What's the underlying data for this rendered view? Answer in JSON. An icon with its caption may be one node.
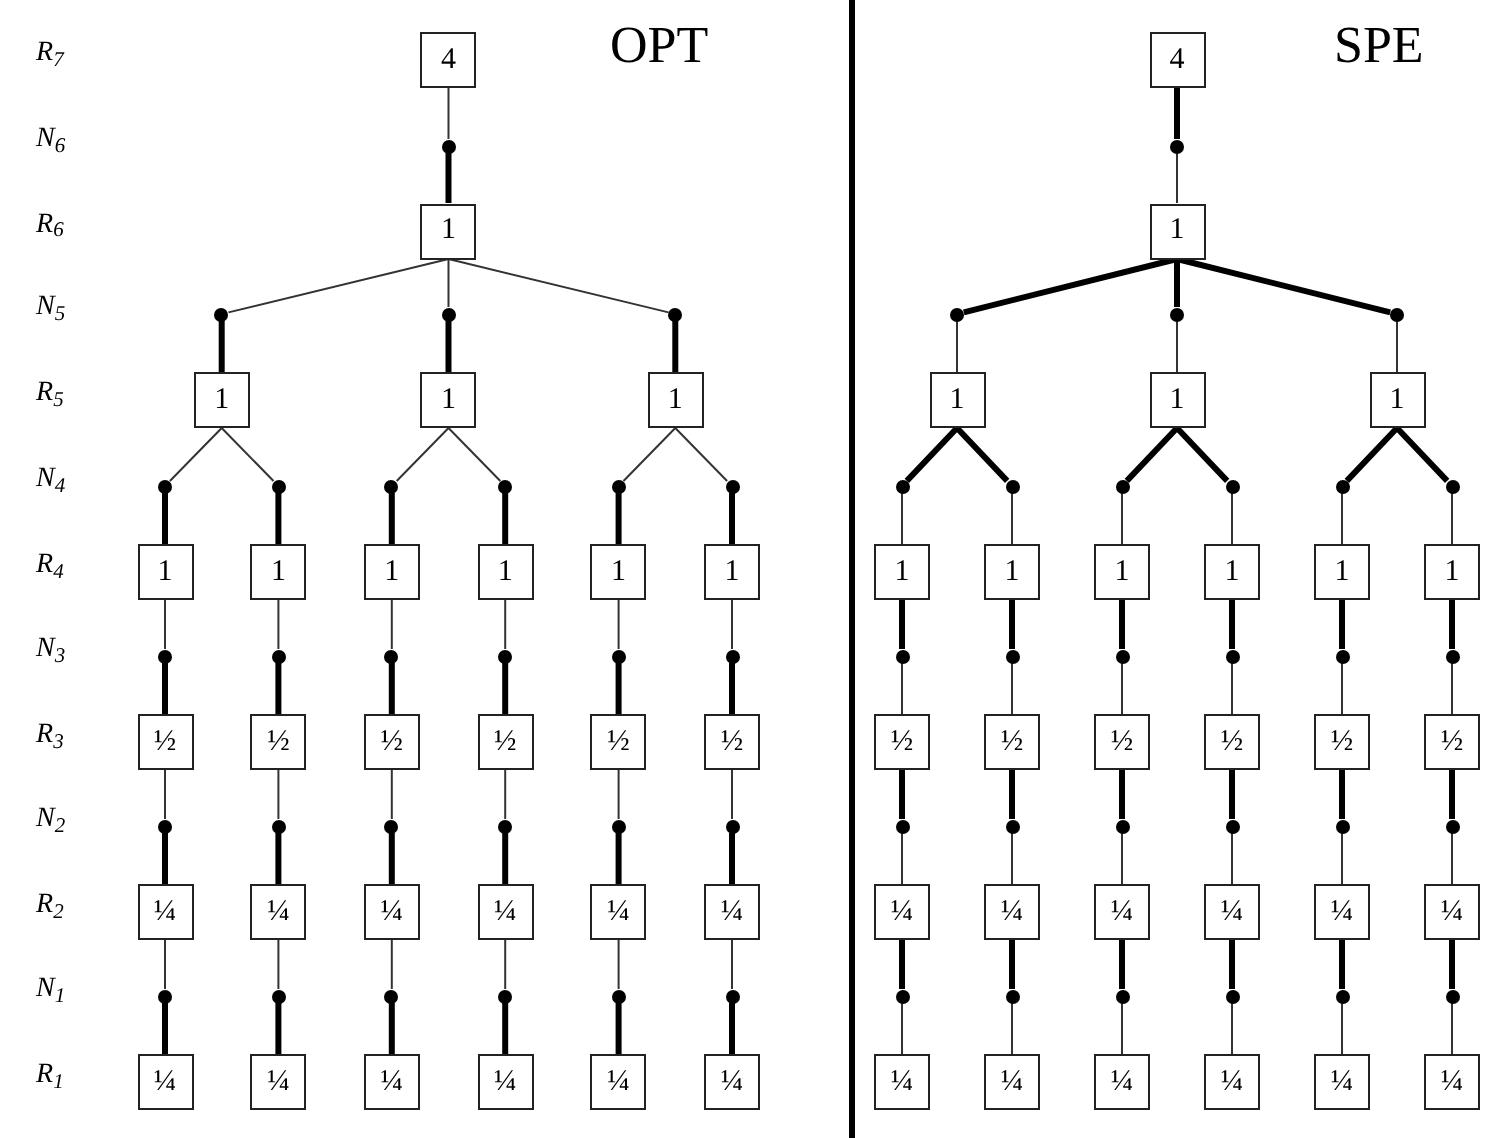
{
  "diagram": {
    "nodes": [
      {
        "text": [
          "4"
        ]
      },
      {
        "text": [],
        "shape": "circle"
      },
      {
        "text": [
          "1"
        ]
      },
      {
        "text": [],
        "shape": "circle"
      },
      {
        "text": [],
        "shape": "circle"
      },
      {
        "text": [],
        "shape": "circle"
      },
      {
        "text": [
          "1"
        ]
      },
      {
        "text": [
          "1"
        ]
      },
      {
        "text": [
          "1"
        ]
      },
      {
        "text": [],
        "shape": "circle"
      },
      {
        "text": [],
        "shape": "circle"
      },
      {
        "text": [],
        "shape": "circle"
      },
      {
        "text": [],
        "shape": "circle"
      },
      {
        "text": [],
        "shape": "circle"
      },
      {
        "text": [],
        "shape": "circle"
      },
      {
        "text": [
          "1"
        ]
      },
      {
        "text": [
          "1"
        ]
      },
      {
        "text": [
          "1"
        ]
      },
      {
        "text": [
          "1"
        ]
      },
      {
        "text": [
          "1"
        ]
      },
      {
        "text": [
          "1"
        ]
      },
      {
        "text": [],
        "shape": "circle"
      },
      {
        "text": [],
        "shape": "circle"
      },
      {
        "text": [],
        "shape": "circle"
      },
      {
        "text": [],
        "shape": "circle"
      },
      {
        "text": [],
        "shape": "circle"
      },
      {
        "text": [],
        "shape": "circle"
      },
      {
        "text": [
          "½"
        ]
      },
      {
        "text": [
          "½"
        ]
      },
      {
        "text": [
          "½"
        ]
      },
      {
        "text": [
          "½"
        ]
      },
      {
        "text": [
          "½"
        ]
      },
      {
        "text": [
          "½"
        ]
      },
      {
        "text": [],
        "shape": "circle"
      },
      {
        "text": [],
        "shape": "circle"
      },
      {
        "text": [],
        "shape": "circle"
      },
      {
        "text": [],
        "shape": "circle"
      },
      {
        "text": [],
        "shape": "circle"
      },
      {
        "text": [],
        "shape": "circle"
      },
      {
        "text": [
          "¼"
        ]
      },
      {
        "text": [
          "¼"
        ]
      },
      {
        "text": [
          "¼"
        ]
      },
      {
        "text": [
          "¼"
        ]
      },
      {
        "text": [
          "¼"
        ]
      },
      {
        "text": [
          "¼"
        ]
      },
      {
        "text": [],
        "shape": "circle"
      },
      {
        "text": [],
        "shape": "circle"
      },
      {
        "text": [],
        "shape": "circle"
      },
      {
        "text": [],
        "shape": "circle"
      },
      {
        "text": [],
        "shape": "circle"
      },
      {
        "text": [],
        "shape": "circle"
      },
      {
        "text": [
          "¼"
        ]
      },
      {
        "text": [
          "¼"
        ]
      },
      {
        "text": [
          "¼"
        ]
      },
      {
        "text": [
          "¼"
        ]
      },
      {
        "text": [
          "¼"
        ]
      },
      {
        "text": [
          "¼"
        ]
      },
      {
        "text": [
          "4"
        ]
      },
      {
        "text": [],
        "shape": "circle"
      },
      {
        "text": [
          "1"
        ]
      },
      {
        "text": [],
        "shape": "circle"
      },
      {
        "text": [],
        "shape": "circle"
      },
      {
        "text": [],
        "shape": "circle"
      },
      {
        "text": [
          "1"
        ]
      },
      {
        "text": [
          "1"
        ]
      },
      {
        "text": [
          "1"
        ]
      },
      {
        "text": [],
        "shape": "circle"
      },
      {
        "text": [],
        "shape": "circle"
      },
      {
        "text": [],
        "shape": "circle"
      },
      {
        "text": [],
        "shape": "circle"
      },
      {
        "text": [],
        "shape": "circle"
      },
      {
        "text": [],
        "shape": "circle"
      },
      {
        "text": [
          "1"
        ]
      },
      {
        "text": [
          "1"
        ]
      },
      {
        "text": [
          "1"
        ]
      },
      {
        "text": [
          "1"
        ]
      },
      {
        "text": [
          "1"
        ]
      },
      {
        "text": [
          "1"
        ]
      },
      {
        "text": [],
        "shape": "circle"
      },
      {
        "text": [],
        "shape": "circle"
      },
      {
        "text": [],
        "shape": "circle"
      },
      {
        "text": [],
        "shape": "circle"
      },
      {
        "text": [],
        "shape": "circle"
      },
      {
        "text": [],
        "shape": "circle"
      },
      {
        "text": [
          "½"
        ]
      },
      {
        "text": [
          "½"
        ]
      },
      {
        "text": [
          "½"
        ]
      },
      {
        "text": [
          "½"
        ]
      },
      {
        "text": [
          "½"
        ]
      },
      {
        "text": [
          "½"
        ]
      },
      {
        "text": [],
        "shape": "circle"
      },
      {
        "text": [],
        "shape": "circle"
      },
      {
        "text": [],
        "shape": "circle"
      },
      {
        "text": [],
        "shape": "circle"
      },
      {
        "text": [],
        "shape": "circle"
      },
      {
        "text": [],
        "shape": "circle"
      },
      {
        "text": [
          "¼"
        ]
      },
      {
        "text": [
          "¼"
        ]
      },
      {
        "text": [
          "¼"
        ]
      },
      {
        "text": [
          "¼"
        ]
      },
      {
        "text": [
          "¼"
        ]
      },
      {
        "text": [
          "¼"
        ]
      },
      {
        "text": [],
        "shape": "circle"
      },
      {
        "text": [],
        "shape": "circle"
      },
      {
        "text": [],
        "shape": "circle"
      },
      {
        "text": [],
        "shape": "circle"
      },
      {
        "text": [],
        "shape": "circle"
      },
      {
        "text": [],
        "shape": "circle"
      },
      {
        "text": [
          "¼"
        ]
      },
      {
        "text": [
          "¼"
        ]
      },
      {
        "text": [
          "¼"
        ]
      },
      {
        "text": [
          "¼"
        ]
      },
      {
        "text": [
          "¼"
        ]
      },
      {
        "text": [
          "¼"
        ]
      }
    ],
    "edges": [
      {
        "from": 0,
        "to": 1,
        "arrow": "none"
      },
      {
        "from": 1,
        "to": 2,
        "arrow": "none",
        "style": "thick"
      },
      {
        "from": 2,
        "to": 3,
        "arrow": "none"
      },
      {
        "from": 2,
        "to": 4,
        "arrow": "none"
      },
      {
        "from": 2,
        "to": 5,
        "arrow": "none"
      },
      {
        "from": 3,
        "to": 6,
        "arrow": "none",
        "style": "thick"
      },
      {
        "from": 4,
        "to": 7,
        "arrow": "none",
        "style": "thick"
      },
      {
        "from": 5,
        "to": 8,
        "arrow": "none",
        "style": "thick"
      },
      {
        "from": 6,
        "to": 9,
        "arrow": "none"
      },
      {
        "from": 6,
        "to": 10,
        "arrow": "none"
      },
      {
        "from": 7,
        "to": 11,
        "arrow": "none"
      },
      {
        "from": 7,
        "to": 12,
        "arrow": "none"
      },
      {
        "from": 8,
        "to": 13,
        "arrow": "none"
      },
      {
        "from": 8,
        "to": 14,
        "arrow": "none"
      },
      {
        "from": 9,
        "to": 15,
        "arrow": "none",
        "style": "thick"
      },
      {
        "from": 10,
        "to": 16,
        "arrow": "none",
        "style": "thick"
      },
      {
        "from": 11,
        "to": 17,
        "arrow": "none",
        "style": "thick"
      },
      {
        "from": 12,
        "to": 18,
        "arrow": "none",
        "style": "thick"
      },
      {
        "from": 13,
        "to": 19,
        "arrow": "none",
        "style": "thick"
      },
      {
        "from": 14,
        "to": 20,
        "arrow": "none",
        "style": "thick"
      },
      {
        "from": 15,
        "to": 21,
        "arrow": "none"
      },
      {
        "from": 16,
        "to": 22,
        "arrow": "none"
      },
      {
        "from": 17,
        "to": 23,
        "arrow": "none"
      },
      {
        "from": 18,
        "to": 24,
        "arrow": "none"
      },
      {
        "from": 19,
        "to": 25,
        "arrow": "none"
      },
      {
        "from": 20,
        "to": 26,
        "arrow": "none"
      },
      {
        "from": 21,
        "to": 27,
        "arrow": "none",
        "style": "thick"
      },
      {
        "from": 22,
        "to": 28,
        "arrow": "none",
        "style": "thick"
      },
      {
        "from": 23,
        "to": 29,
        "arrow": "none",
        "style": "thick"
      },
      {
        "from": 24,
        "to": 30,
        "arrow": "none",
        "style": "thick"
      },
      {
        "from": 25,
        "to": 31,
        "arrow": "none",
        "style": "thick"
      },
      {
        "from": 26,
        "to": 32,
        "arrow": "none",
        "style": "thick"
      },
      {
        "from": 27,
        "to": 33,
        "arrow": "none"
      },
      {
        "from": 28,
        "to": 34,
        "arrow": "none"
      },
      {
        "from": 29,
        "to": 35,
        "arrow": "none"
      },
      {
        "from": 30,
        "to": 36,
        "arrow": "none"
      },
      {
        "from": 31,
        "to": 37,
        "arrow": "none"
      },
      {
        "from": 32,
        "to": 38,
        "arrow": "none"
      },
      {
        "from": 33,
        "to": 39,
        "arrow": "none",
        "style": "thick"
      },
      {
        "from": 34,
        "to": 40,
        "arrow": "none",
        "style": "thick"
      },
      {
        "from": 35,
        "to": 41,
        "arrow": "none",
        "style": "thick"
      },
      {
        "from": 36,
        "to": 42,
        "arrow": "none",
        "style": "thick"
      },
      {
        "from": 37,
        "to": 43,
        "arrow": "none",
        "style": "thick"
      },
      {
        "from": 38,
        "to": 44,
        "arrow": "none",
        "style": "thick"
      },
      {
        "from": 39,
        "to": 45,
        "arrow": "none"
      },
      {
        "from": 40,
        "to": 46,
        "arrow": "none"
      },
      {
        "from": 41,
        "to": 47,
        "arrow": "none"
      },
      {
        "from": 42,
        "to": 48,
        "arrow": "none"
      },
      {
        "from": 43,
        "to": 49,
        "arrow": "none"
      },
      {
        "from": 44,
        "to": 50,
        "arrow": "none"
      },
      {
        "from": 45,
        "to": 51,
        "arrow": "none",
        "style": "thick"
      },
      {
        "from": 46,
        "to": 52,
        "arrow": "none",
        "style": "thick"
      },
      {
        "from": 47,
        "to": 53,
        "arrow": "none",
        "style": "thick"
      },
      {
        "from": 48,
        "to": 54,
        "arrow": "none",
        "style": "thick"
      },
      {
        "from": 49,
        "to": 55,
        "arrow": "none",
        "style": "thick"
      },
      {
        "from": 50,
        "to": 56,
        "arrow": "none",
        "style": "thick"
      },
      {
        "from": 57,
        "to": 58,
        "arrow": "none",
        "style": "thick"
      },
      {
        "from": 58,
        "to": 59,
        "arrow": "none"
      },
      {
        "from": 59,
        "to": 60,
        "arrow": "none",
        "style": "thick"
      },
      {
        "from": 59,
        "to": 61,
        "arrow": "none",
        "style": "thick"
      },
      {
        "from": 59,
        "to": 62,
        "arrow": "none",
        "style": "thick"
      },
      {
        "from": 60,
        "to": 63,
        "arrow": "none"
      },
      {
        "from": 61,
        "to": 64,
        "arrow": "none"
      },
      {
        "from": 62,
        "to": 65,
        "arrow": "none"
      },
      {
        "from": 63,
        "to": 66,
        "arrow": "none",
        "style": "thick"
      },
      {
        "from": 63,
        "to": 67,
        "arrow": "none",
        "style": "thick"
      },
      {
        "from": 64,
        "to": 68,
        "arrow": "none",
        "style": "thick"
      },
      {
        "from": 64,
        "to": 69,
        "arrow": "none",
        "style": "thick"
      },
      {
        "from": 65,
        "to": 70,
        "arrow": "none",
        "style": "thick"
      },
      {
        "from": 65,
        "to": 71,
        "arrow": "none",
        "style": "thick"
      },
      {
        "from": 66,
        "to": 72,
        "arrow": "none"
      },
      {
        "from": 67,
        "to": 73,
        "arrow": "none"
      },
      {
        "from": 68,
        "to": 74,
        "arrow": "none"
      },
      {
        "from": 69,
        "to": 75,
        "arrow": "none"
      },
      {
        "from": 70,
        "to": 76,
        "arrow": "none"
      },
      {
        "from": 71,
        "to": 77,
        "arrow": "none"
      },
      {
        "from": 72,
        "to": 78,
        "arrow": "none",
        "style": "thick"
      },
      {
        "from": 73,
        "to": 79,
        "arrow": "none",
        "style": "thick"
      },
      {
        "from": 74,
        "to": 80,
        "arrow": "none",
        "style": "thick"
      },
      {
        "from": 75,
        "to": 81,
        "arrow": "none",
        "style": "thick"
      },
      {
        "from": 76,
        "to": 82,
        "arrow": "none",
        "style": "thick"
      },
      {
        "from": 77,
        "to": 83,
        "arrow": "none",
        "style": "thick"
      },
      {
        "from": 78,
        "to": 84,
        "arrow": "none"
      },
      {
        "from": 79,
        "to": 85,
        "arrow": "none"
      },
      {
        "from": 80,
        "to": 86,
        "arrow": "none"
      },
      {
        "from": 81,
        "to": 87,
        "arrow": "none"
      },
      {
        "from": 82,
        "to": 88,
        "arrow": "none"
      },
      {
        "from": 83,
        "to": 89,
        "arrow": "none"
      },
      {
        "from": 84,
        "to": 90,
        "arrow": "none",
        "style": "thick"
      },
      {
        "from": 85,
        "to": 91,
        "arrow": "none",
        "style": "thick"
      },
      {
        "from": 86,
        "to": 92,
        "arrow": "none",
        "style": "thick"
      },
      {
        "from": 87,
        "to": 93,
        "arrow": "none",
        "style": "thick"
      },
      {
        "from": 88,
        "to": 94,
        "arrow": "none",
        "style": "thick"
      },
      {
        "from": 89,
        "to": 95,
        "arrow": "none",
        "style": "thick"
      },
      {
        "from": 90,
        "to": 96,
        "arrow": "none"
      },
      {
        "from": 91,
        "to": 97,
        "arrow": "none"
      },
      {
        "from": 92,
        "to": 98,
        "arrow": "none"
      },
      {
        "from": 93,
        "to": 99,
        "arrow": "none"
      },
      {
        "from": 94,
        "to": 100,
        "arrow": "none"
      },
      {
        "from": 95,
        "to": 101,
        "arrow": "none"
      },
      {
        "from": 96,
        "to": 102,
        "arrow": "none",
        "style": "thick"
      },
      {
        "from": 97,
        "to": 103,
        "arrow": "none",
        "style": "thick"
      },
      {
        "from": 98,
        "to": 104,
        "arrow": "none",
        "style": "thick"
      },
      {
        "from": 99,
        "to": 105,
        "arrow": "none",
        "style": "thick"
      },
      {
        "from": 100,
        "to": 106,
        "arrow": "none",
        "style": "thick"
      },
      {
        "from": 101,
        "to": 107,
        "arrow": "none",
        "style": "thick"
      },
      {
        "from": 102,
        "to": 108,
        "arrow": "none"
      },
      {
        "from": 103,
        "to": 109,
        "arrow": "none"
      },
      {
        "from": 104,
        "to": 110,
        "arrow": "none"
      },
      {
        "from": 105,
        "to": 111,
        "arrow": "none"
      },
      {
        "from": 106,
        "to": 112,
        "arrow": "none"
      },
      {
        "from": 107,
        "to": 113,
        "arrow": "none"
      }
    ],
    "labels": [
      "R$_{7}$",
      "OPT",
      "SPE",
      "N$_{6}$",
      "R$_{6}$",
      "N$_{5}$",
      "R$_{5}$",
      "N$_{4}$",
      "R$_{4}$",
      "N$_{3}$",
      "R$_{3}$",
      "N$_{2}$",
      "R$_{2}$",
      "N$_{1}$",
      "R$_{1}$"
    ]
  }
}
